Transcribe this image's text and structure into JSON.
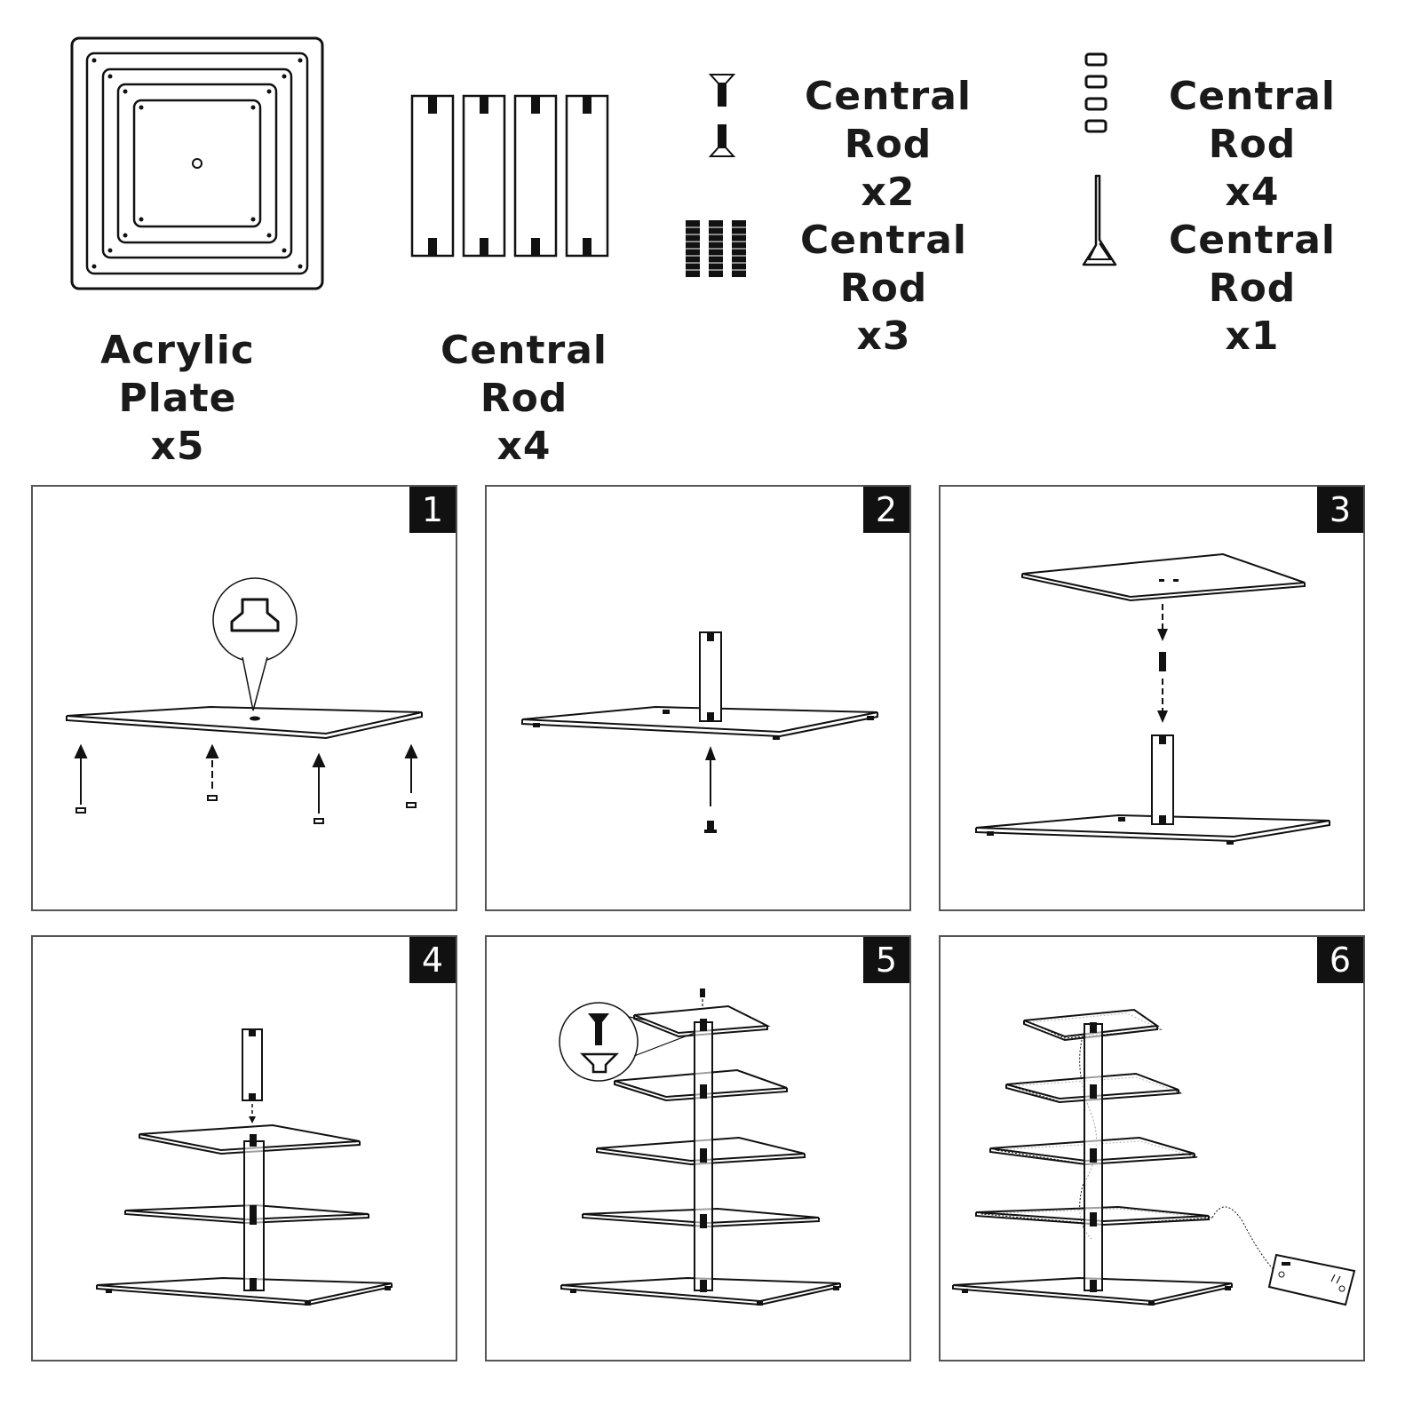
{
  "parts": [
    {
      "name": "Acrylic Plate",
      "qty": "x5",
      "icon": "acrylic-plate-icon"
    },
    {
      "name": "Central Rod",
      "qty": "x4",
      "icon": "rod-tubes-icon"
    },
    {
      "name": "Central Rod",
      "qty": "x2",
      "icon": "screw-icon"
    },
    {
      "name": "Central Rod",
      "qty": "x4",
      "icon": "foot-pad-icon"
    },
    {
      "name": "Central Rod",
      "qty": "x3",
      "icon": "threaded-connector-icon"
    },
    {
      "name": "Central Rod",
      "qty": "x1",
      "icon": "hex-key-icon"
    }
  ],
  "steps": [
    "1",
    "2",
    "3",
    "4",
    "5",
    "6"
  ]
}
